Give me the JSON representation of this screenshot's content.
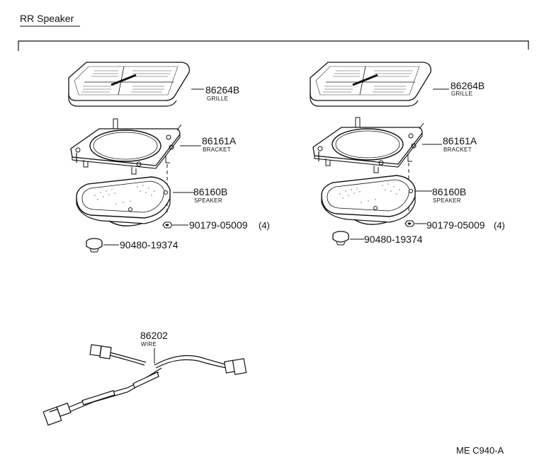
{
  "title": "RR Speaker",
  "diagram_code": "ME C940-A",
  "left_assembly": {
    "grille": {
      "part_number": "86264B",
      "name": "GRILLE"
    },
    "bracket": {
      "part_number": "86161A",
      "name": "BRACKET"
    },
    "speaker": {
      "part_number": "86160B",
      "name": "SPEAKER"
    },
    "nut": {
      "part_number": "90179-05009",
      "qty": "(4)"
    },
    "grommet": {
      "part_number": "90480-19374"
    }
  },
  "right_assembly": {
    "grille": {
      "part_number": "86264B",
      "name": "GRILLE"
    },
    "bracket": {
      "part_number": "86161A",
      "name": "BRACKET"
    },
    "speaker": {
      "part_number": "86160B",
      "name": "SPEAKER"
    },
    "nut": {
      "part_number": "90179-05009",
      "qty": "(4)"
    },
    "grommet": {
      "part_number": "90480-19374"
    }
  },
  "wire": {
    "part_number": "86202",
    "name": "WIRE"
  }
}
